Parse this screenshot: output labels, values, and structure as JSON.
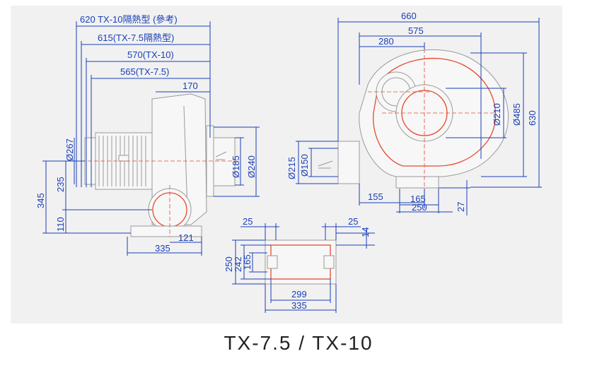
{
  "side_view": {
    "dim_620": "620  TX-10隔熱型  (參考)",
    "dim_615": "615(TX-7.5隔熱型)",
    "dim_570": "570(TX-10)",
    "dim_565": "565(TX-7.5)",
    "dim_170": "170",
    "dim_d267": "Ø267",
    "dim_d185": "Ø185",
    "dim_d240": "Ø240",
    "dim_235": "235",
    "dim_345": "345",
    "dim_110": "110",
    "dim_121": "121",
    "dim_335": "335"
  },
  "front_view": {
    "dim_660": "660",
    "dim_575": "575",
    "dim_280": "280",
    "dim_d210": "Ø210",
    "dim_d485": "Ø485",
    "dim_630": "630",
    "dim_d215": "Ø215",
    "dim_d150": "Ø150",
    "dim_155": "155",
    "dim_165": "165",
    "dim_250": "250",
    "dim_27": "27"
  },
  "base_view": {
    "dim_25_left": "25",
    "dim_25_right": "25",
    "dim_14": "14",
    "dim_250": "250",
    "dim_242": "242",
    "dim_165": "165",
    "dim_299": "299",
    "dim_335": "335"
  },
  "caption": "TX-7.5  /  TX-10",
  "colors": {
    "dimension": "#1a3fb8",
    "outline": "#e64a2e",
    "body": "#9a9a9a",
    "panel": "#f1f1f1"
  }
}
